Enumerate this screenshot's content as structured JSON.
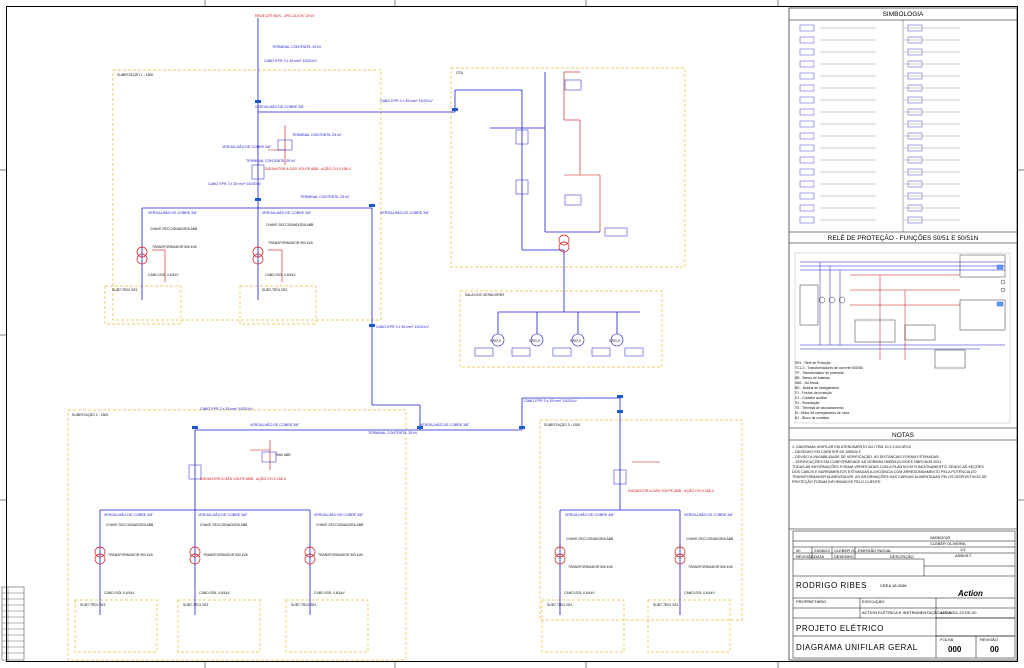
{
  "sidebar": {
    "simbologia_title": "SIMBOLOGIA",
    "rele_title": "RELÉ DE PROTEÇÃO  - FUNÇÕES 50/51 E 50/51N",
    "notas_title": "NOTAS",
    "notes": [
      "1.     DIAGRAMA UNIFILAR EM ATENDIMENTO AO ITEM 10.2.3 DA NR10",
      "        – DESENHO EM CARÁTER DE ASBUILT;",
      "        – DEVIDO A INVIABILIDADE DE VERIFICAÇÃO, AS DISTÂNCIAS FORAM ESTIMADAS;",
      "        – VERIFICAÇÕES EM CONFORMIDADE AS NORMAS NBR5410:2008 E NBR14039:2021.",
      "        TODAS AS INFORMAÇÕES FORAM VERIFICADAS COM A PLANTA EM FUNCIONAMENTO, SENDO AS SEÇÕES",
      "        DOS CABOS E BARRAMENTOS ESTIMADAS A DISTÂNCIA COM ARREDONDAMENTO PELA POTÊNCIA DO",
      "        TRANSFORMADOR ALIMENTADOR. AS INFORMAÇÕES DAS CARGAS ALIMENTADAS PELOS DISPOSITIVOS DE",
      "        PROTEÇÃO FORAM INFORMADOS PELO CLIENTE."
    ]
  },
  "title_block": {
    "date": "28/06/2023",
    "drawn_by": "CLEBER OLIVEIRA",
    "scale": "1/1",
    "status": "ASBUILT",
    "rev_row": [
      "00",
      "23/06/23",
      "CLEBER OL.",
      "EMISSÃO INICIAL"
    ],
    "rev_headers": [
      "REVISÃO",
      "DATA",
      "DESENHO",
      "DESCRIÇÃO"
    ],
    "designer": "RODRIGO RIBES",
    "crea": "CREA 18.0036",
    "owner_label": "PROPRIETÁRIO",
    "execution_label": "EXECUÇÃO",
    "executor": "ACTION ELÉTRICA E INSTRUMENTAÇÃO LTDA",
    "logo_text": "Action",
    "doc_number": "ACT-0001-23-DE-00",
    "project_label": "PROJETO ELÉTRICO",
    "drawing_title": "DIAGRAMA UNIFILAR GERAL",
    "folha": "000",
    "rev": "00",
    "folha_label": "FOLHA",
    "rev_label": "REVISÃO"
  },
  "diagram": {
    "rede": "REDE ATÉ BUS - 2RX-13,8 kV 25 kV",
    "sub1": "SUBESTAÇÃO 1 - 1500",
    "sub2": "SUBESTAÇÃO 2 - 1500",
    "sub3": "SUBESTAÇÃO 3 - 1500",
    "gta": "GTA",
    "sala_geradores": "SALA DOS GERADORES",
    "vergalhao": "VERGALHÃO DE COBRE 3/8\"",
    "terminal_contratil": "TERMINAL CONTRÁTIL 25 kV",
    "cabo_epr": "CABO EPR 3 x 35 mm² 15/25 kV",
    "trafo_label": "TRANSFORMADOR 500 kVA",
    "disjuntor_label": "DISJUNTOR A GÁS VOLPE ABB - AÇÃO CH-5 156-4",
    "chave_secc": "CHAVE SECCIONADORA ABB",
    "cabo_bt": "CABO ISOL 0,6/1kV",
    "subt_label": "SUBT-TR01 SE1",
    "rele": "Relé ABB",
    "gen": "GRG-0"
  }
}
